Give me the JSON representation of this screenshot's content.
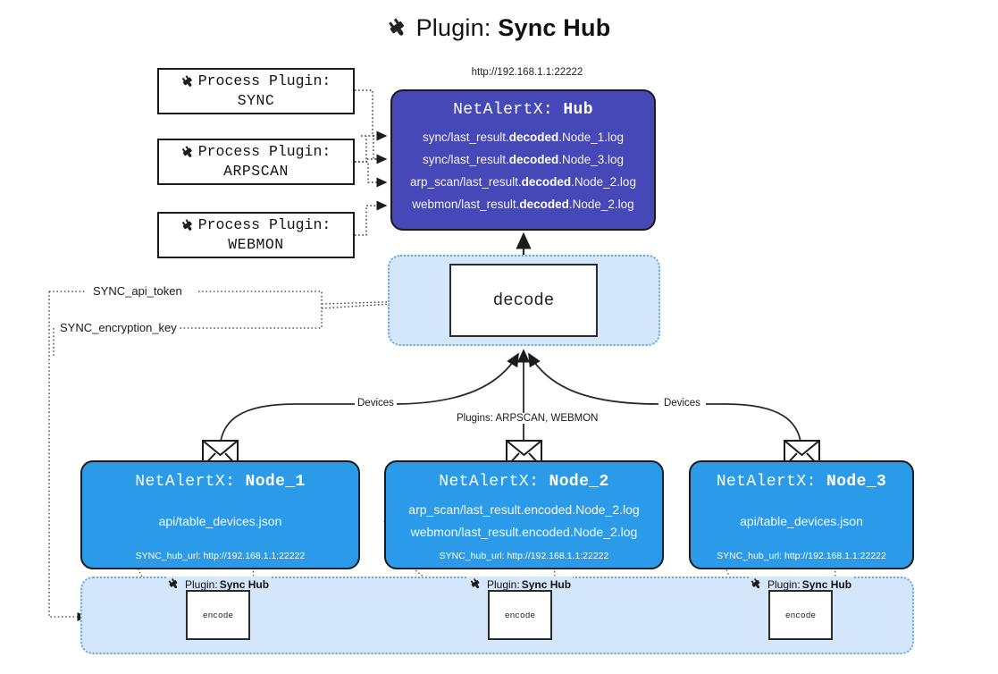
{
  "title": {
    "icon": "plug-icon",
    "prefix": "Plugin:",
    "name": "Sync Hub"
  },
  "hub": {
    "url": "http://192.168.1.1:22222",
    "label_prefix": "NetAlertX:",
    "label_name": "Hub",
    "color": "#4548b6",
    "logs": [
      {
        "pre": "sync/last_result.",
        "mid": "decoded",
        "post": ".Node_1.log"
      },
      {
        "pre": "sync/last_result.",
        "mid": "decoded",
        "post": ".Node_3.log"
      },
      {
        "pre": "arp_scan/last_result.",
        "mid": "decoded",
        "post": ".Node_2.log"
      },
      {
        "pre": "webmon/last_result.",
        "mid": "decoded",
        "post": ".Node_2.log"
      }
    ]
  },
  "process_plugins": [
    {
      "icon": "plug-icon",
      "line1": "Process Plugin:",
      "line2": "SYNC"
    },
    {
      "icon": "plug-icon",
      "line1": "Process Plugin:",
      "line2": "ARPSCAN"
    },
    {
      "icon": "plug-icon",
      "line1": "Process Plugin:",
      "line2": "WEBMON"
    }
  ],
  "decode": {
    "label": "decode",
    "container_color": "#d4e7fa"
  },
  "tokens": [
    {
      "label": "SYNC_api_token"
    },
    {
      "label": "SYNC_encryption_key"
    }
  ],
  "edge_labels": {
    "devices_left": "Devices",
    "devices_right": "Devices",
    "plugins_center": "Plugins: ARPSCAN, WEBMON"
  },
  "nodes": [
    {
      "icon": "envelope-icon",
      "label_prefix": "NetAlertX:",
      "label_name": "Node_1",
      "lines": [
        "api/table_devices.json"
      ],
      "footer": "SYNC_hub_url: http://192.168.1.1:22222",
      "color": "#2b9ae8"
    },
    {
      "icon": "envelope-icon",
      "label_prefix": "NetAlertX:",
      "label_name": "Node_2",
      "lines": [
        "arp_scan/last_result.encoded.Node_2.log",
        "webmon/last_result.encoded.Node_2.log"
      ],
      "footer": "SYNC_hub_url: http://192.168.1.1:22222",
      "color": "#2b9ae8"
    },
    {
      "icon": "envelope-icon",
      "label_prefix": "NetAlertX:",
      "label_name": "Node_3",
      "lines": [
        "api/table_devices.json"
      ],
      "footer": "SYNC_hub_url: http://192.168.1.1:22222",
      "color": "#2b9ae8"
    }
  ],
  "encoders": [
    {
      "tag_icon": "plug-icon",
      "tag_prefix": "Plugin:",
      "tag_name": "Sync Hub",
      "label": "encode"
    },
    {
      "tag_icon": "plug-icon",
      "tag_prefix": "Plugin:",
      "tag_name": "Sync Hub",
      "label": "encode"
    },
    {
      "tag_icon": "plug-icon",
      "tag_prefix": "Plugin:",
      "tag_name": "Sync Hub",
      "label": "encode"
    }
  ]
}
